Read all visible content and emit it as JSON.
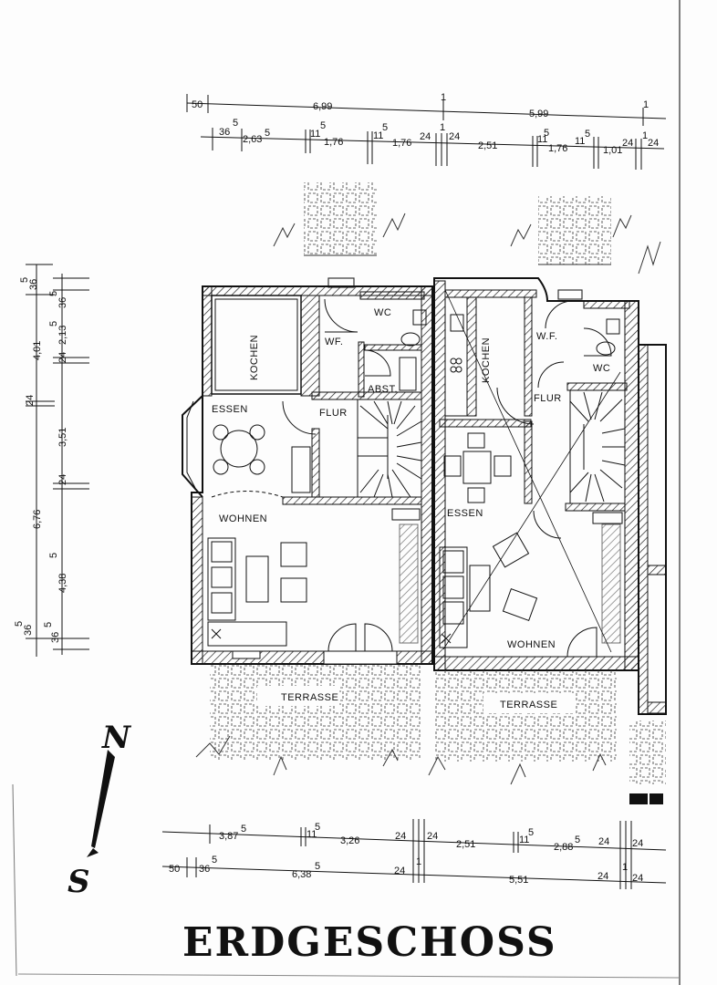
{
  "title": "ERDGESCHOSS",
  "compass": {
    "north": "N",
    "south": "S"
  },
  "top_dims": {
    "row1": [
      "50",
      "6,99",
      "1",
      "5,99",
      "1"
    ],
    "row2": [
      "36",
      "5",
      "2,63",
      "5",
      "11",
      "5",
      "1,76",
      "11",
      "5",
      "1,76",
      "24",
      "1",
      "24",
      "2,51",
      "11",
      "5",
      "1,76",
      "11",
      "5",
      "1,01",
      "24",
      "1",
      "24"
    ]
  },
  "left_dims": {
    "outer": [
      "36",
      "5",
      "6,76",
      "36",
      "5"
    ],
    "inner": [
      "4,01",
      "24",
      "3,51"
    ],
    "right": [
      "36",
      "5",
      "2,13",
      "5",
      "24",
      "24",
      "4,38",
      "5",
      "36",
      "5"
    ]
  },
  "bottom_dims": {
    "row1": [
      "3,87",
      "5",
      "11",
      "5",
      "3,26",
      "24",
      "24",
      "2,51",
      "11",
      "5",
      "2,88",
      "5",
      "24",
      "24"
    ],
    "row2": [
      "50",
      "36",
      "5",
      "6,38",
      "5",
      "24",
      "1",
      "5,51",
      "24",
      "1",
      "24"
    ]
  },
  "house_left": {
    "kochen": "KOCHEN",
    "wc": "WC",
    "wf": "WF.",
    "abst": "ABST.",
    "essen": "ESSEN",
    "flur": "FLUR",
    "wohnen": "WOHNEN",
    "terrasse": "TERRASSE"
  },
  "house_right": {
    "kochen": "KOCHEN",
    "wf": "W.F.",
    "wc": "WC",
    "flur": "FLUR",
    "essen": "ESSEN",
    "wohnen": "WOHNEN",
    "terrasse": "TERRASSE"
  }
}
